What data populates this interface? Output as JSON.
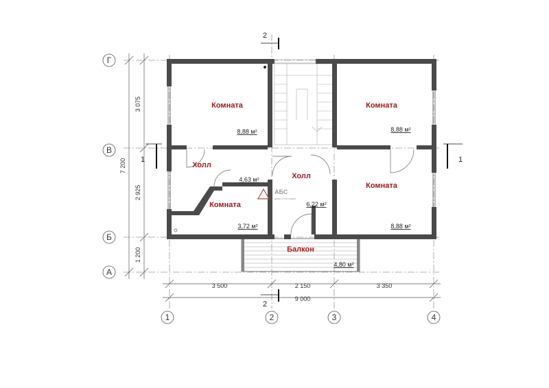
{
  "rooms": [
    {
      "name": "Комната",
      "area": "8,88 м²"
    },
    {
      "name": "Комната",
      "area": "8,88 м²"
    },
    {
      "name": "Холл",
      "area": "4,63 м²"
    },
    {
      "name": "Комната",
      "area": "3,72 м²"
    },
    {
      "name": "Холл",
      "area": "6,22 м²"
    },
    {
      "name": "Комната",
      "area": "8,88 м²"
    },
    {
      "name": "Балкон",
      "area": "4,80 м²"
    }
  ],
  "axes_vertical": [
    "Г",
    "В",
    "Б",
    "А"
  ],
  "axes_horizontal": [
    "1",
    "2",
    "3",
    "4"
  ],
  "dims_left": {
    "seg1": "3 075",
    "seg2": "2 925",
    "seg3": "1 200",
    "total": "7 200"
  },
  "dims_bottom": {
    "seg1": "3 500",
    "seg2": "2 150",
    "seg3": "3 350",
    "total": "9 000"
  },
  "section_marks": {
    "top": "2",
    "bottom": "2",
    "left": "1",
    "right": "1"
  },
  "logo": {
    "text": "АБС",
    "sub": "дома и коттеджи"
  }
}
